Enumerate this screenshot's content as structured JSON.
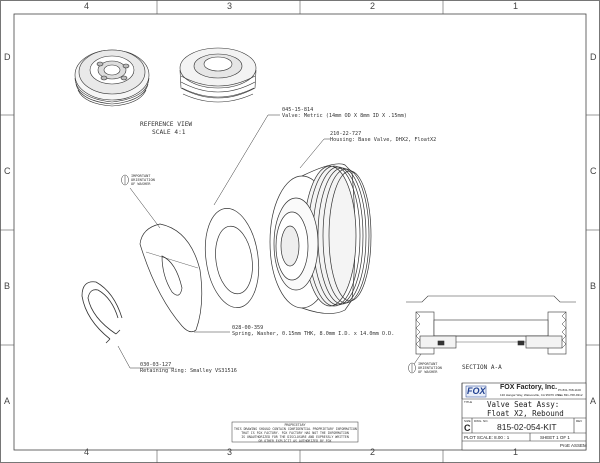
{
  "zones": {
    "columns": [
      "4",
      "3",
      "2",
      "1"
    ],
    "rows": [
      "D",
      "C",
      "B",
      "A"
    ]
  },
  "reference_view": {
    "line1": "REFERENCE VIEW",
    "line2": "SCALE  4:1"
  },
  "callouts": {
    "valve": {
      "part": "045-15-814",
      "desc": "Valve: Metric (14mm OD X 8mm ID X .15mm)"
    },
    "housing": {
      "part": "210-22-727",
      "desc": "Housing: Base Valve, DHX2, FloatX2"
    },
    "spring": {
      "part": "028-00-359",
      "desc": "Spring, Washer, 0.15mm THK, 8.0mm I.D. x 14.0mm O.D."
    },
    "ring": {
      "part": "030-03-127",
      "desc": "Retaining Ring: Smalley VS31516"
    }
  },
  "orientation_notes": {
    "upper": [
      "IMPORTANT",
      "ORIENTATION",
      "OF WASHER"
    ],
    "lower": [
      "IMPORTANT",
      "ORIENTATION",
      "OF WASHER"
    ]
  },
  "section_label": "SECTION  A-A",
  "title_block": {
    "company": "FOX Factory, Inc.",
    "address": "130 Hangar Way, Watsonville, CA 95076 USA",
    "phone": "Ph 831-768-1100",
    "fax": "Fax 831-768-9312",
    "title_caption": "TITLE",
    "title_line1": "Valve Seat Assy:",
    "title_line2": "Float X2, Rebound",
    "size_caption": "SIZE",
    "dwg_caption": "DWG. NO.",
    "rev_caption": "REV",
    "size": "C",
    "drawing_number": "815-02-054-KIT",
    "plot_scale": "PLOT SCALE: 8.00 : 1",
    "sheet": "SHEET 1 OF 1",
    "software": "ProE ASSEM",
    "logo_text": "FOX"
  },
  "proprietary": [
    "PROPRIETARY",
    "THIS DRAWING SHOULD CONTAIN CONFIDENTIAL PROPRIETARY INFORMATION",
    "THAT IS FOX FACTORY. FOX FACTORY HAS NOT THE INFORMATION",
    "IS UNAUTHORIZED FOR THE DISCLOSURE AND EXPRESSLY WRITTEN",
    "OR OTHER EXPLICIT AS AUTHORIZED BY FOX"
  ]
}
